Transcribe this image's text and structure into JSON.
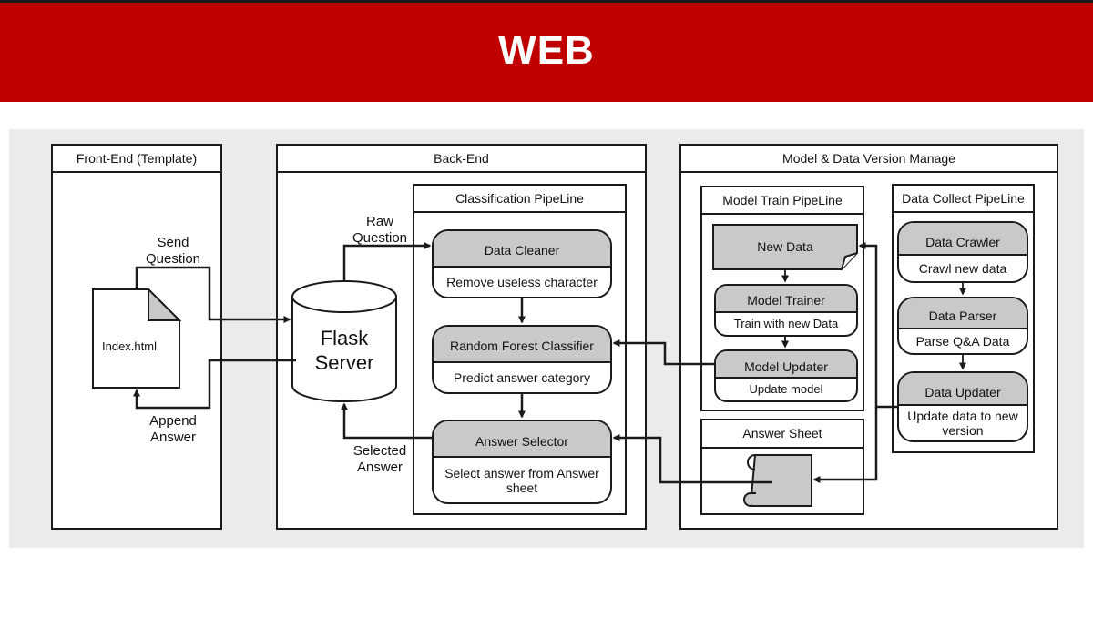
{
  "title": "WEB",
  "panels": {
    "frontend": "Front-End (Template)",
    "backend": "Back-End",
    "model_data": "Model & Data Version Manage",
    "classification": "Classification PipeLine",
    "model_train": "Model Train PipeLine",
    "data_collect": "Data Collect PipeLine",
    "answer_sheet": "Answer Sheet"
  },
  "nodes": {
    "index_file": "Index.html",
    "flask_line1": "Flask",
    "flask_line2": "Server",
    "data_cleaner": {
      "title": "Data Cleaner",
      "body": "Remove useless character"
    },
    "rf_classifier": {
      "title": "Random Forest Classifier",
      "body": "Predict answer category"
    },
    "answer_selector": {
      "title": "Answer Selector",
      "body": "Select answer from Answer sheet"
    },
    "new_data": "New Data",
    "model_trainer": {
      "title": "Model Trainer",
      "body": "Train with new Data"
    },
    "model_updater": {
      "title": "Model Updater",
      "body": "Update model"
    },
    "data_crawler": {
      "title": "Data Crawler",
      "body": "Crawl new data"
    },
    "data_parser": {
      "title": "Data Parser",
      "body": "Parse Q&A Data"
    },
    "data_updater": {
      "title": "Data Updater",
      "body": "Update data to new version"
    }
  },
  "edge_labels": {
    "send_question": "Send Question",
    "append_answer": "Append Answer",
    "raw_question": "Raw Question",
    "selected_answer": "Selected Answer"
  }
}
